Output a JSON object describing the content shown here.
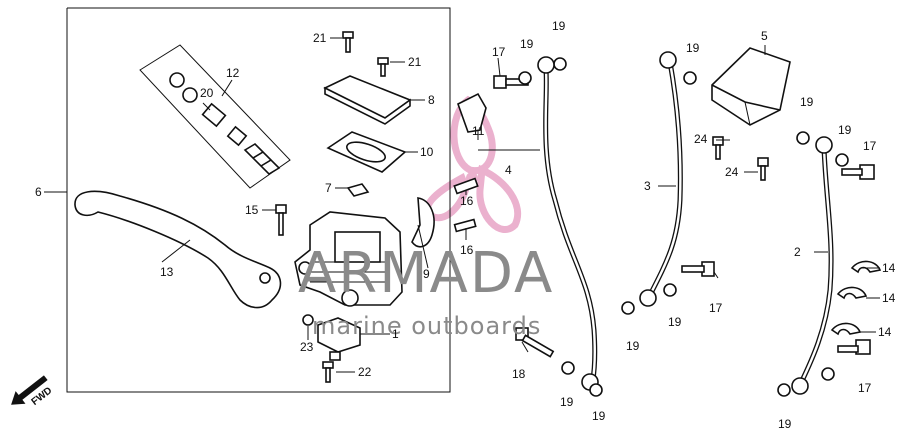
{
  "watermark": {
    "brand": "ARMADA",
    "tagline": "marine outboards",
    "logo_color": "#e9a9c9"
  },
  "direction_arrow": {
    "label": "FWD"
  },
  "callouts": {
    "c1": "1",
    "c2": "2",
    "c3": "3",
    "c4": "4",
    "c5": "5",
    "c6": "6",
    "c7": "7",
    "c8": "8",
    "c9": "9",
    "c10": "10",
    "c11": "11",
    "c12": "12",
    "c13": "13",
    "c14a": "14",
    "c14b": "14",
    "c14c": "14",
    "c15": "15",
    "c16a": "16",
    "c16b": "16",
    "c17a": "17",
    "c17b": "17",
    "c17c": "17",
    "c17d": "17",
    "c18": "18",
    "c19a": "19",
    "c19b": "19",
    "c19c": "19",
    "c19d": "19",
    "c19e": "19",
    "c19f": "19",
    "c19g": "19",
    "c19h": "19",
    "c19i": "19",
    "c19j": "19",
    "c20": "20",
    "c21a": "21",
    "c21b": "21",
    "c22": "22",
    "c23": "23",
    "c24a": "24",
    "c24b": "24"
  }
}
